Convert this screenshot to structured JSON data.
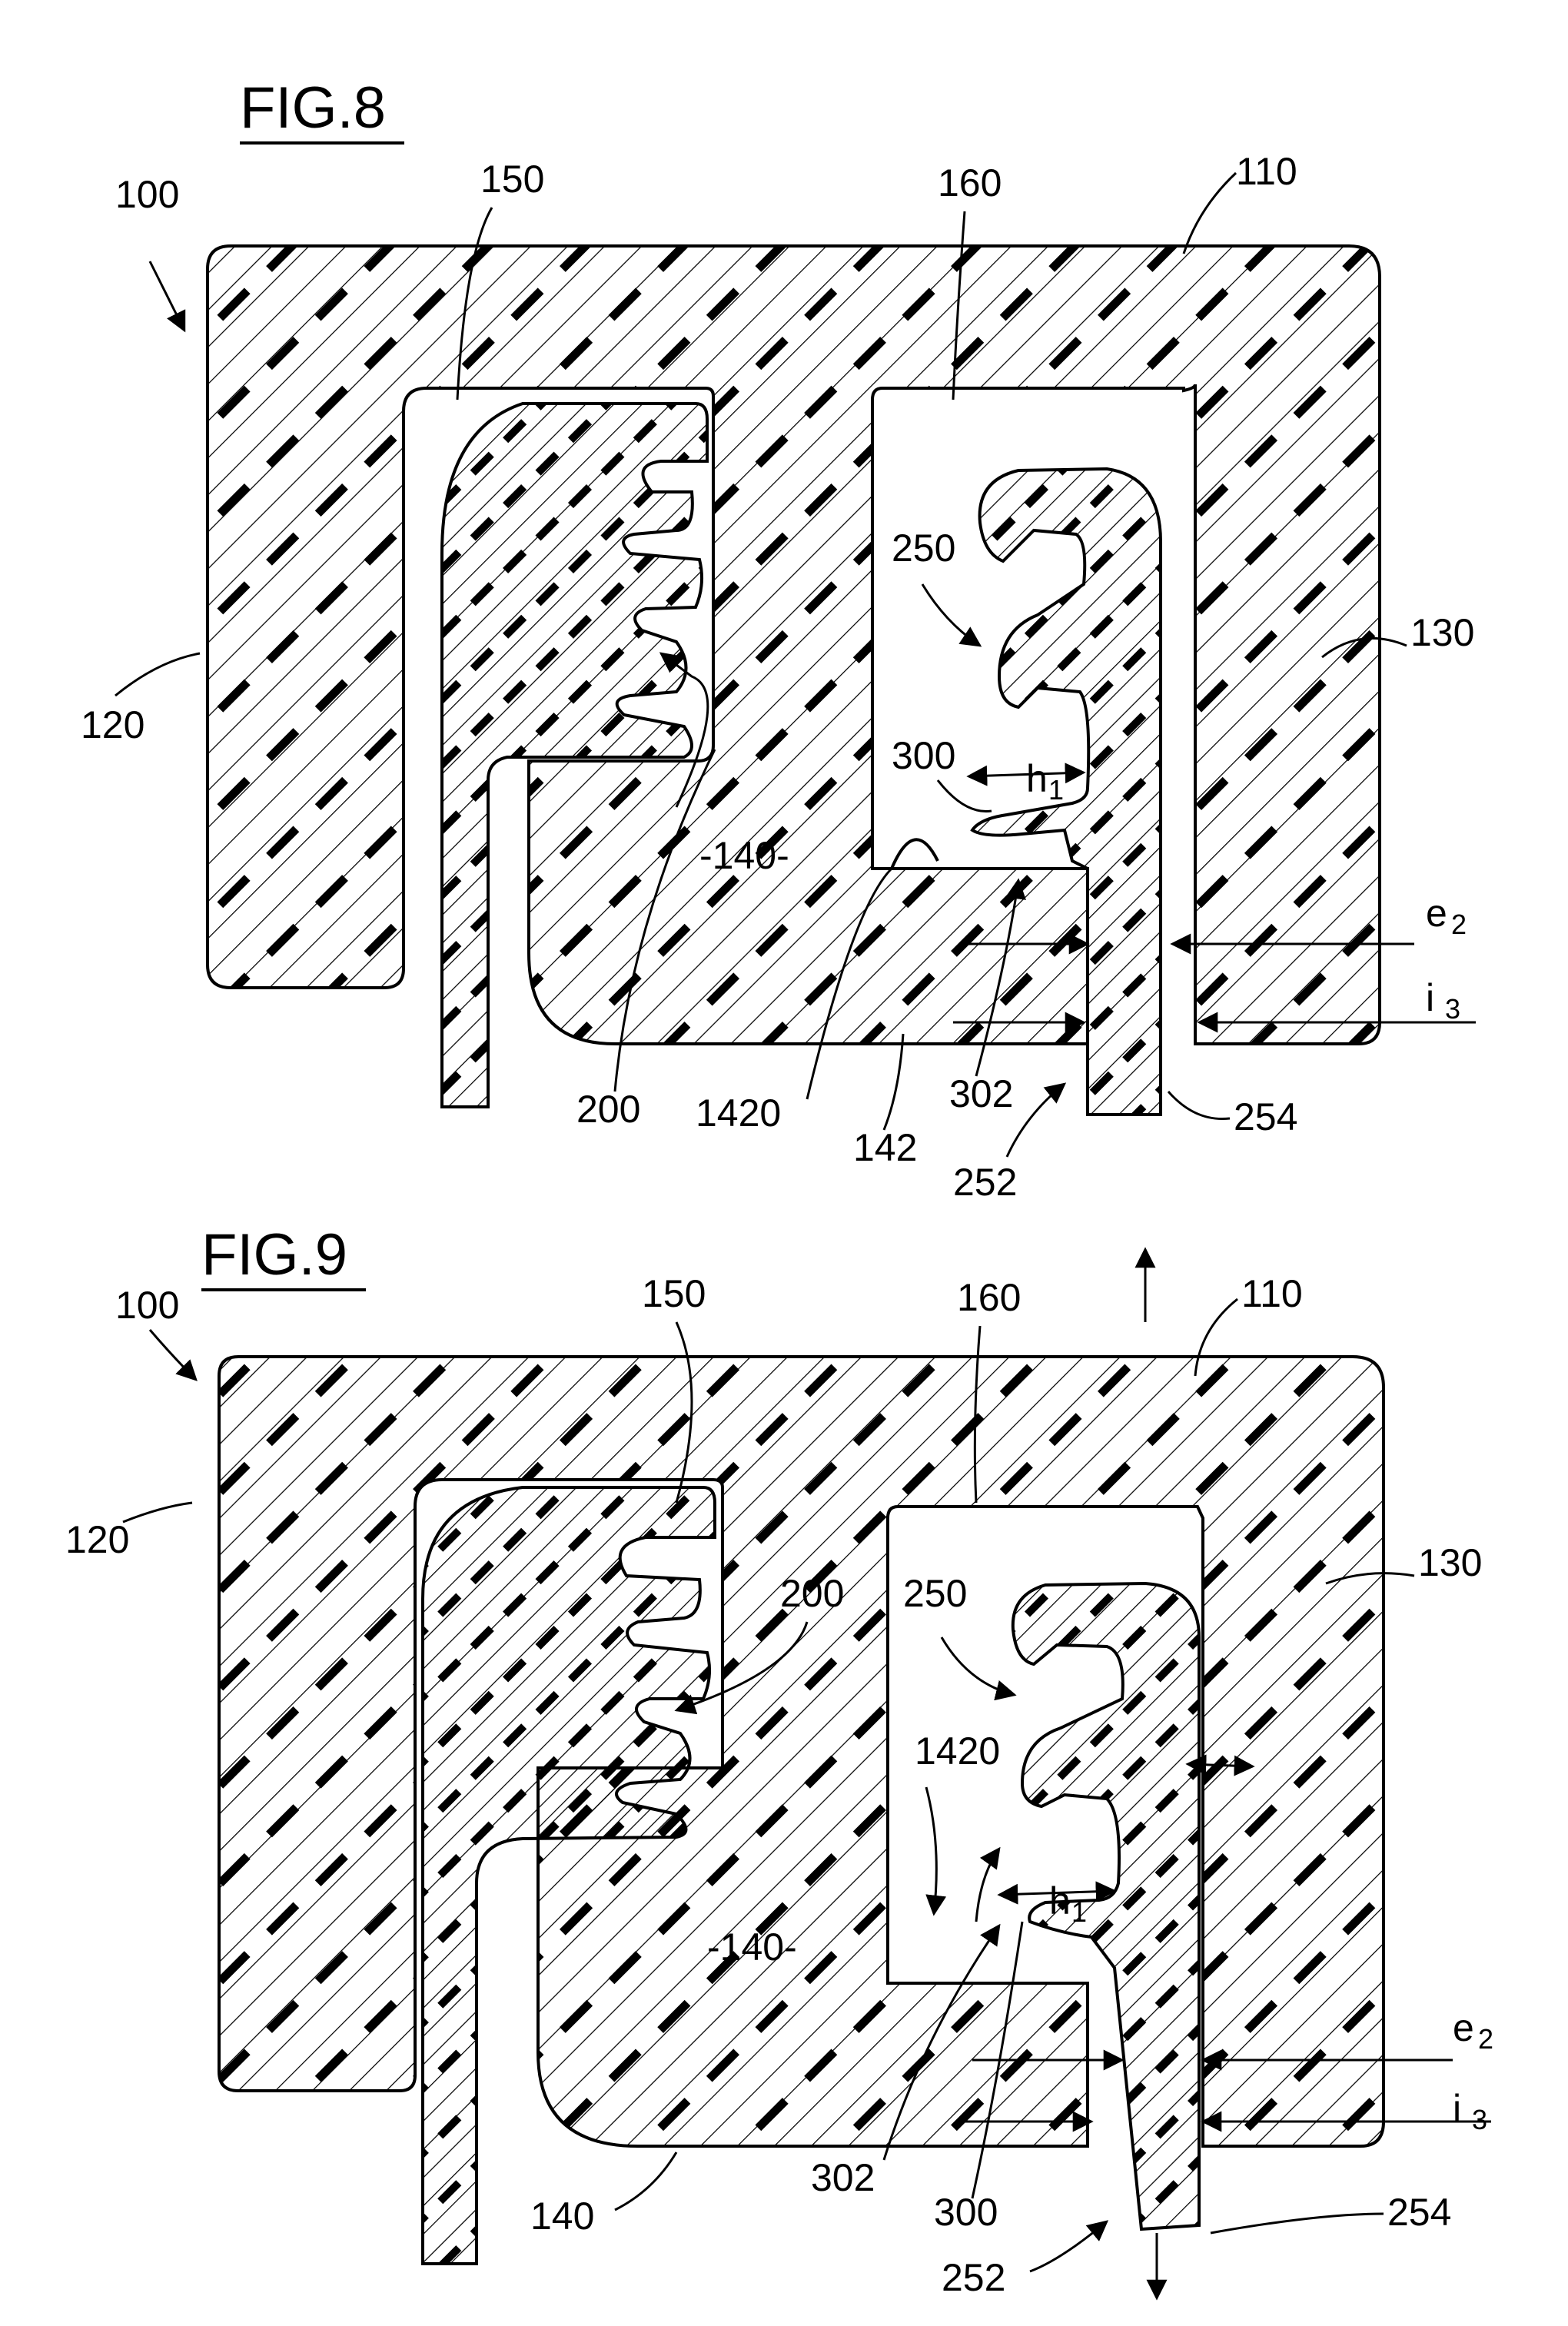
{
  "figures": [
    {
      "title": "FIG.8",
      "labels": {
        "n100": "100",
        "n150": "150",
        "n160": "160",
        "n110": "110",
        "n120": "120",
        "n130": "130",
        "n250": "250",
        "n300": "300",
        "h1_main": "h",
        "h1_sub": "1",
        "n140": "-140-",
        "e2_main": "e",
        "e2_sub": "2",
        "i3_main": "i",
        "i3_sub": "3",
        "n200": "200",
        "n1420": "1420",
        "n142": "142",
        "n302": "302",
        "n254": "254",
        "n252": "252"
      }
    },
    {
      "title": "FIG.9",
      "labels": {
        "n100": "100",
        "n150": "150",
        "n160": "160",
        "n110": "110",
        "n120": "120",
        "n130": "130",
        "n200": "200",
        "n250": "250",
        "n1420": "1420",
        "h1_main": "h",
        "h1_sub": "1",
        "n140a": "-140-",
        "e2_main": "e",
        "e2_sub": "2",
        "i3_main": "i",
        "i3_sub": "3",
        "n140b": "140",
        "n302": "302",
        "n300": "300",
        "n254": "254",
        "n252": "252"
      }
    }
  ]
}
